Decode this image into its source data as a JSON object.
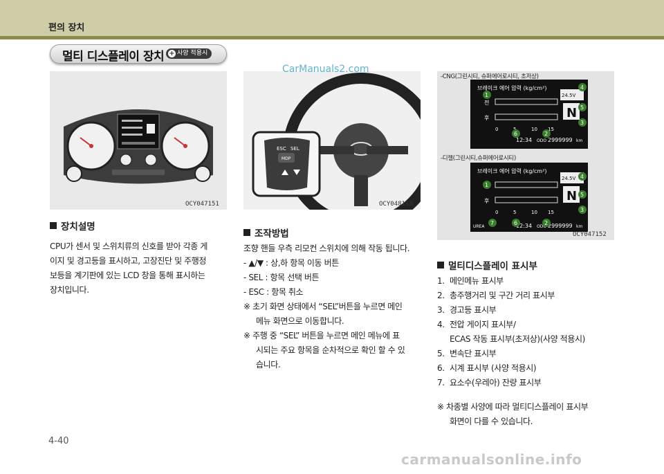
{
  "header": {
    "title": "편의 장치"
  },
  "section": {
    "title": "멀티 디스플레이 장치",
    "badge": "사양 적용시"
  },
  "images": {
    "cluster_caption": "OCY047151",
    "wheel_caption": "OCY048119",
    "display_caption": "OCY047152",
    "wheel_buttons": {
      "esc": "ESC",
      "sel": "SEL",
      "mdp": "MDP"
    },
    "cng_label": "-CNG(그린시티, 슈퍼에어로시티, 초저상)",
    "diesel_label": "-디젤(그린시티,슈퍼에어로시티)",
    "panel": {
      "brake_text": "브레이크 에어 압력 (kg/cm²)",
      "front": "전",
      "rear": "후",
      "scale": [
        "0",
        "5",
        "10",
        "15"
      ],
      "voltage": "24.5V",
      "gear": "N",
      "clock": "12:34",
      "odo_label": "ODO",
      "odo": "2999999",
      "odo_unit": "km",
      "urea": "UREA"
    },
    "markers_top": [
      "1",
      "4",
      "5",
      "3",
      "6",
      "2"
    ],
    "markers_bottom": [
      "1",
      "4",
      "5",
      "3",
      "7",
      "6",
      "2"
    ]
  },
  "col1": {
    "heading": "장치설명",
    "lines": [
      "CPU가 센서 및 스위치류의 신호를 받아 각종 게",
      "이지 및 경고등을 표시하고, 고장진단 및 주행정",
      "보등을 계기판에 있는 LCD 창을 통해 표시하는",
      "장치입니다."
    ]
  },
  "col2": {
    "heading": "조작방법",
    "intro": "조향 핸들 우측 리모컨 스위치에 의해 작동 됩니다.",
    "items": [
      "-  ▲/▼ : 상,하 항목 이동 버튼",
      "-  SEL : 항목 선택 버튼",
      "-  ESC : 항목 취소"
    ],
    "notes": [
      [
        "※  초기 화면 상태에서 “SEL”버튼을 누르면 메인",
        "메뉴 화면으로 이동합니다."
      ],
      [
        "※  주행 중 “SEL” 버튼을 누르면 메인 메뉴에 표",
        "시되는 주요 항목을 순차적으로 확인 할 수 있",
        "습니다."
      ]
    ]
  },
  "col3": {
    "heading": "멀티디스플레이 표시부",
    "items": [
      [
        "1.",
        "메인메뉴 표시부"
      ],
      [
        "2.",
        "총주행거리 및 구간 거리 표시부"
      ],
      [
        "3.",
        "경고등 표시부"
      ],
      [
        "4.",
        "전압 게이지 표시부/"
      ],
      [
        "",
        "ECAS 작동 표시부(초저상)(사양 적용시)"
      ],
      [
        "5.",
        "변속단 표시부"
      ],
      [
        "6.",
        "시계 표시부 (사양 적용시)"
      ],
      [
        "7.",
        "요소수(우레아) 잔량 표시부"
      ]
    ],
    "note": [
      "※  차종별 사양에 따라 멀티디스플레이 표시부",
      "화면이 다를 수 있습니다."
    ]
  },
  "footer": {
    "page": "4-40",
    "watermark_top": "CarManuals2.com",
    "watermark_bottom": "carmanualsonline.info"
  }
}
